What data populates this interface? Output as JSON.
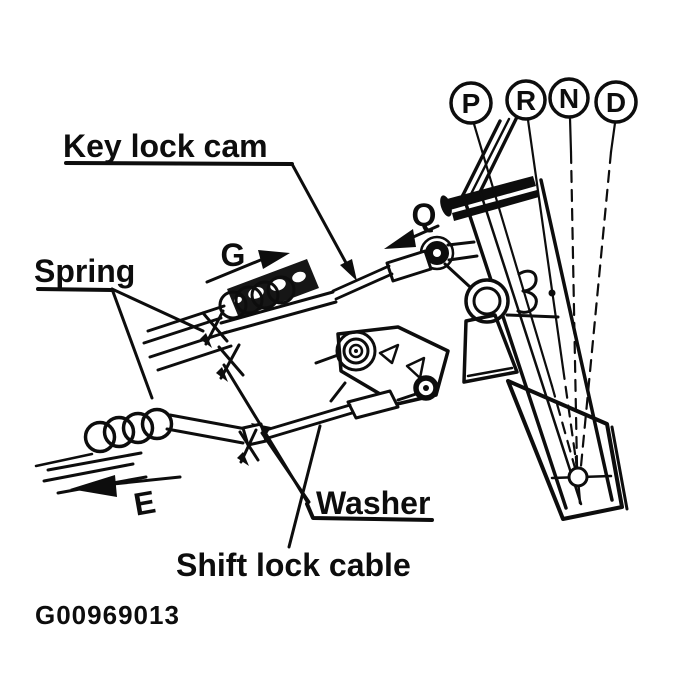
{
  "figure": {
    "code": "G00969013",
    "labels": {
      "key_lock_cam": "Key lock cam",
      "spring": "Spring",
      "washer": "Washer",
      "shift_lock_cable": "Shift lock cable"
    },
    "direction_markers": {
      "q": "Q",
      "g": "G",
      "e": "E"
    },
    "gear_positions": [
      {
        "label": "P"
      },
      {
        "label": "R"
      },
      {
        "label": "N"
      },
      {
        "label": "D"
      }
    ],
    "colors": {
      "ink": "#0d0d0d",
      "paper": "#ffffff"
    }
  }
}
